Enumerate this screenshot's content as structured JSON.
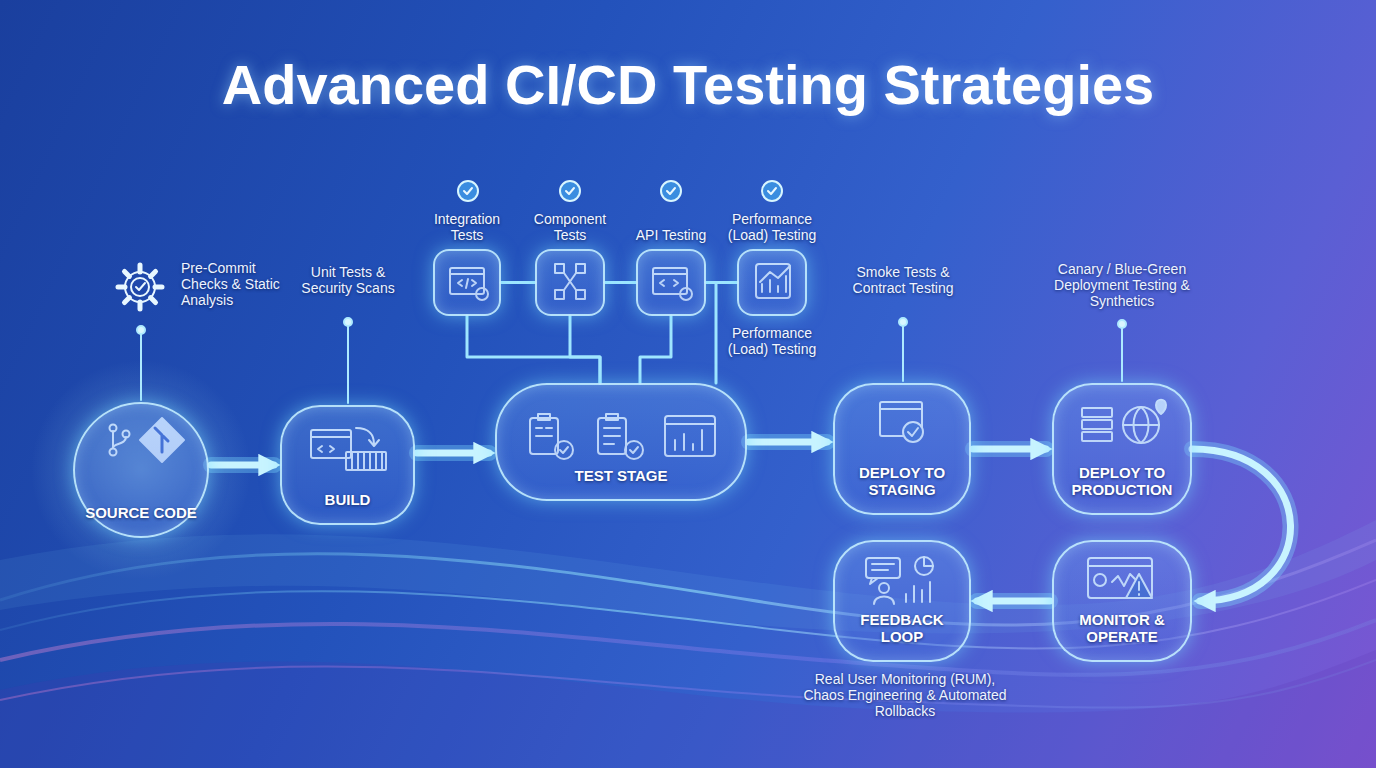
{
  "diagram": {
    "title": "Advanced CI/CD Testing Strategies",
    "nodes": [
      {
        "text": [
          "SOURCE CODE"
        ]
      },
      {
        "text": [
          "BUILD"
        ]
      },
      {
        "text": [
          "TEST STAGE"
        ]
      },
      {
        "text": [
          "Integration Tests"
        ]
      },
      {
        "text": [
          "Component Tests"
        ]
      },
      {
        "text": [
          "API Testing"
        ]
      },
      {
        "text": [
          "Performance (Load) Testing",
          "Performance (Load) Testing"
        ]
      },
      {
        "text": [
          "DEPLOY TO STAGING"
        ]
      },
      {
        "text": [
          "DEPLOY TO PRODUCTION"
        ]
      },
      {
        "text": [
          "MONITOR & OPERATE"
        ]
      },
      {
        "text": [
          "FEEDBACK LOOP"
        ]
      }
    ],
    "edges": [
      {
        "from": 0,
        "to": 1,
        "arrow": "to"
      },
      {
        "from": 1,
        "to": 2,
        "arrow": "to"
      },
      {
        "from": 2,
        "to": 7,
        "arrow": "to"
      },
      {
        "from": 7,
        "to": 8,
        "arrow": "to"
      },
      {
        "from": 8,
        "to": 9,
        "arrow": "to"
      },
      {
        "from": 9,
        "to": 10,
        "arrow": "to"
      },
      {
        "from": 3,
        "to": 4,
        "arrow": "none"
      },
      {
        "from": 4,
        "to": 5,
        "arrow": "none"
      },
      {
        "from": 5,
        "to": 6,
        "arrow": "none"
      },
      {
        "from": 3,
        "to": 2,
        "arrow": "none"
      },
      {
        "from": 4,
        "to": 2,
        "arrow": "none"
      },
      {
        "from": 5,
        "to": 2,
        "arrow": "none"
      },
      {
        "from": 6,
        "to": 2,
        "arrow": "none"
      }
    ],
    "labels": [
      "Pre-Commit Checks & Static Analysis",
      "Unit Tests & Security Scans",
      "Smoke Tests & Contract Testing",
      "Canary / Blue-Green Deployment Testing & Synthetics",
      "Real User Monitoring (RUM), Chaos Engineering & Automated Rollbacks"
    ]
  }
}
